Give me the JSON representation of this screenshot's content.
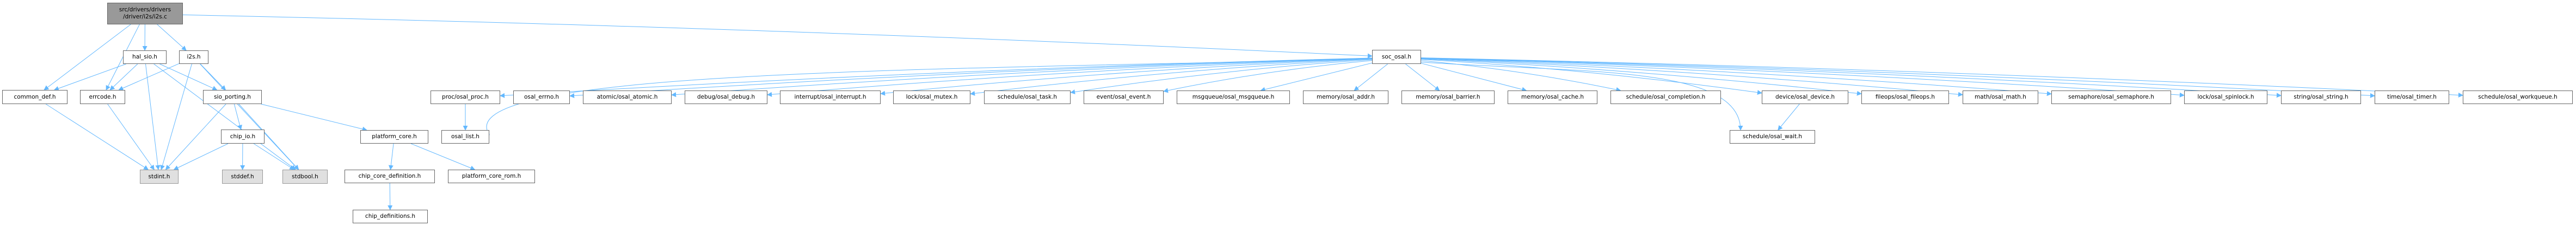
{
  "graph": {
    "edge_color": "#63b8ff",
    "root_fill": "#999999",
    "system_fill": "#e0e0e0",
    "nodes": [
      {
        "id": "root",
        "label": "src/drivers/drivers\n/driver/i2s/i2s.c",
        "kind": "root"
      },
      {
        "id": "hal_sio",
        "label": "hal_sio.h",
        "kind": "normal"
      },
      {
        "id": "i2s_h",
        "label": "i2s.h",
        "kind": "normal"
      },
      {
        "id": "common_def",
        "label": "common_def.h",
        "kind": "normal"
      },
      {
        "id": "errcode",
        "label": "errcode.h",
        "kind": "normal"
      },
      {
        "id": "sio_porting",
        "label": "sio_porting.h",
        "kind": "normal"
      },
      {
        "id": "chip_io",
        "label": "chip_io.h",
        "kind": "normal"
      },
      {
        "id": "stdint",
        "label": "stdint.h",
        "kind": "system"
      },
      {
        "id": "stddef",
        "label": "stddef.h",
        "kind": "system"
      },
      {
        "id": "stdbool",
        "label": "stdbool.h",
        "kind": "system"
      },
      {
        "id": "platform_core",
        "label": "platform_core.h",
        "kind": "normal"
      },
      {
        "id": "chip_core_def",
        "label": "chip_core_definition.h",
        "kind": "normal"
      },
      {
        "id": "platform_core_rom",
        "label": "platform_core_rom.h",
        "kind": "normal"
      },
      {
        "id": "chip_definitions",
        "label": "chip_definitions.h",
        "kind": "normal"
      },
      {
        "id": "soc_osal",
        "label": "soc_osal.h",
        "kind": "normal"
      },
      {
        "id": "osal_proc",
        "label": "proc/osal_proc.h",
        "kind": "normal"
      },
      {
        "id": "osal_errno",
        "label": "osal_errno.h",
        "kind": "normal"
      },
      {
        "id": "osal_atomic",
        "label": "atomic/osal_atomic.h",
        "kind": "normal"
      },
      {
        "id": "osal_debug",
        "label": "debug/osal_debug.h",
        "kind": "normal"
      },
      {
        "id": "osal_interrupt",
        "label": "interrupt/osal_interrupt.h",
        "kind": "normal"
      },
      {
        "id": "osal_mutex",
        "label": "lock/osal_mutex.h",
        "kind": "normal"
      },
      {
        "id": "osal_task",
        "label": "schedule/osal_task.h",
        "kind": "normal"
      },
      {
        "id": "osal_event",
        "label": "event/osal_event.h",
        "kind": "normal"
      },
      {
        "id": "osal_msgqueue",
        "label": "msgqueue/osal_msgqueue.h",
        "kind": "normal"
      },
      {
        "id": "osal_addr",
        "label": "memory/osal_addr.h",
        "kind": "normal"
      },
      {
        "id": "osal_barrier",
        "label": "memory/osal_barrier.h",
        "kind": "normal"
      },
      {
        "id": "osal_cache",
        "label": "memory/osal_cache.h",
        "kind": "normal"
      },
      {
        "id": "osal_completion",
        "label": "schedule/osal_completion.h",
        "kind": "normal"
      },
      {
        "id": "osal_device",
        "label": "device/osal_device.h",
        "kind": "normal"
      },
      {
        "id": "osal_fileops",
        "label": "fileops/osal_fileops.h",
        "kind": "normal"
      },
      {
        "id": "osal_math",
        "label": "math/osal_math.h",
        "kind": "normal"
      },
      {
        "id": "osal_semaphore",
        "label": "semaphore/osal_semaphore.h",
        "kind": "normal"
      },
      {
        "id": "osal_spinlock",
        "label": "lock/osal_spinlock.h",
        "kind": "normal"
      },
      {
        "id": "osal_string",
        "label": "string/osal_string.h",
        "kind": "normal"
      },
      {
        "id": "osal_timer",
        "label": "time/osal_timer.h",
        "kind": "normal"
      },
      {
        "id": "osal_workqueue",
        "label": "schedule/osal_workqueue.h",
        "kind": "normal"
      },
      {
        "id": "osal_list",
        "label": "osal_list.h",
        "kind": "normal"
      },
      {
        "id": "osal_wait",
        "label": "schedule/osal_wait.h",
        "kind": "normal"
      }
    ],
    "edges": [
      [
        "root",
        "hal_sio"
      ],
      [
        "root",
        "i2s_h"
      ],
      [
        "root",
        "common_def"
      ],
      [
        "root",
        "errcode"
      ],
      [
        "root",
        "soc_osal"
      ],
      [
        "hal_sio",
        "common_def"
      ],
      [
        "hal_sio",
        "errcode"
      ],
      [
        "hal_sio",
        "stdint"
      ],
      [
        "hal_sio",
        "sio_porting"
      ],
      [
        "hal_sio",
        "stdbool"
      ],
      [
        "i2s_h",
        "errcode"
      ],
      [
        "i2s_h",
        "stdint"
      ],
      [
        "i2s_h",
        "sio_porting"
      ],
      [
        "i2s_h",
        "stdbool"
      ],
      [
        "common_def",
        "stdint"
      ],
      [
        "errcode",
        "stdint"
      ],
      [
        "sio_porting",
        "stdint"
      ],
      [
        "sio_porting",
        "chip_io"
      ],
      [
        "sio_porting",
        "stdbool"
      ],
      [
        "sio_porting",
        "platform_core"
      ],
      [
        "chip_io",
        "stdint"
      ],
      [
        "chip_io",
        "stddef"
      ],
      [
        "chip_io",
        "stdbool"
      ],
      [
        "platform_core",
        "chip_core_def"
      ],
      [
        "platform_core",
        "platform_core_rom"
      ],
      [
        "chip_core_def",
        "chip_definitions"
      ],
      [
        "soc_osal",
        "osal_proc"
      ],
      [
        "soc_osal",
        "osal_errno"
      ],
      [
        "soc_osal",
        "osal_atomic"
      ],
      [
        "soc_osal",
        "osal_debug"
      ],
      [
        "soc_osal",
        "osal_interrupt"
      ],
      [
        "soc_osal",
        "osal_mutex"
      ],
      [
        "soc_osal",
        "osal_task"
      ],
      [
        "soc_osal",
        "osal_event"
      ],
      [
        "soc_osal",
        "osal_msgqueue"
      ],
      [
        "soc_osal",
        "osal_addr"
      ],
      [
        "soc_osal",
        "osal_barrier"
      ],
      [
        "soc_osal",
        "osal_cache"
      ],
      [
        "soc_osal",
        "osal_completion"
      ],
      [
        "soc_osal",
        "osal_device"
      ],
      [
        "soc_osal",
        "osal_fileops"
      ],
      [
        "soc_osal",
        "osal_math"
      ],
      [
        "soc_osal",
        "osal_semaphore"
      ],
      [
        "soc_osal",
        "osal_spinlock"
      ],
      [
        "soc_osal",
        "osal_string"
      ],
      [
        "soc_osal",
        "osal_timer"
      ],
      [
        "soc_osal",
        "osal_workqueue"
      ],
      [
        "soc_osal",
        "osal_list"
      ],
      [
        "soc_osal",
        "osal_wait"
      ],
      [
        "osal_proc",
        "osal_list"
      ],
      [
        "osal_device",
        "osal_wait"
      ]
    ]
  }
}
